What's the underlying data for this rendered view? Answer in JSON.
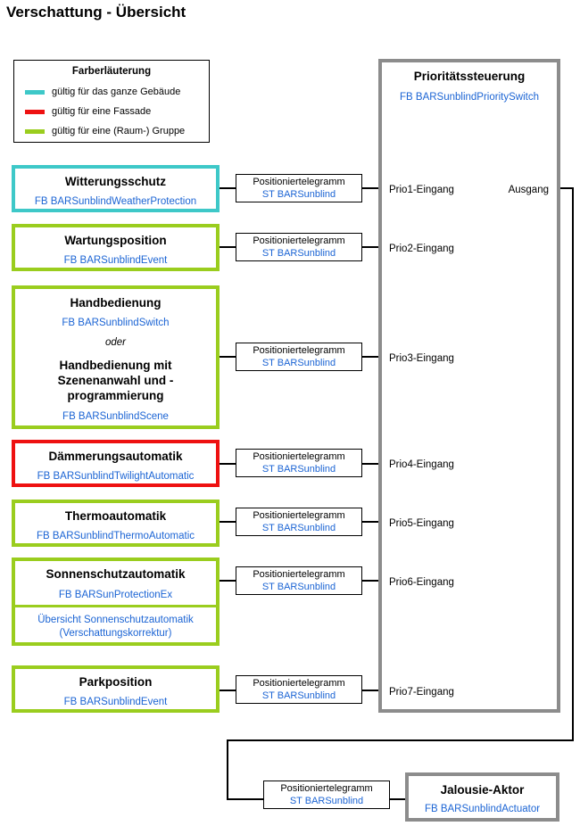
{
  "title": "Verschattung - Übersicht",
  "legend": {
    "title": "Farberläuterung",
    "items": [
      {
        "label": "gültig für das ganze Gebäude",
        "color": "#3ec8c8"
      },
      {
        "label": "gültig für eine Fassade",
        "color": "#ee1111"
      },
      {
        "label": "gültig für eine (Raum-) Gruppe",
        "color": "#9acd1e"
      }
    ]
  },
  "colors": {
    "building": "#3ec8c8",
    "facade": "#ee1111",
    "group": "#9acd1e",
    "link": "#1b64d4",
    "frame": "#8c8c8c"
  },
  "sources": [
    {
      "title": "Witterungsschutz",
      "fb": "FB  BARSunblindWeatherProtection",
      "scope": "building"
    },
    {
      "title": "Wartungsposition",
      "fb": "FB  BARSunblindEvent",
      "scope": "group"
    },
    {
      "title": "Handbedienung",
      "fb": "FB  BARSunblindSwitch",
      "oder": "oder",
      "title2": "Handbedienung mit Szenenanwahl und -programmierung",
      "fb2": "FB  BARSunblindScene",
      "scope": "group"
    },
    {
      "title": "Dämmerungsautomatik",
      "fb": "FB  BARSunblindTwilightAutomatic",
      "scope": "facade"
    },
    {
      "title": "Thermoautomatik",
      "fb": "FB  BARSunblindThermoAutomatic",
      "scope": "group"
    },
    {
      "title": "Sonnenschutzautomatik",
      "fb": "FB  BARSunProtectionEx",
      "link": "Übersicht Sonnenschutzautomatik (Verschattungskorrektur)",
      "scope": "group"
    },
    {
      "title": "Parkposition",
      "fb": "FB  BARSunblindEvent",
      "scope": "group"
    }
  ],
  "telegram": {
    "label": "Positioniertelegramm",
    "st": "ST  BARSunblind"
  },
  "priority": {
    "title": "Prioritätssteuerung",
    "fb": "FB  BARSunblindPrioritySwitch",
    "inputs": [
      "Prio1-Eingang",
      "Prio2-Eingang",
      "Prio3-Eingang",
      "Prio4-Eingang",
      "Prio5-Eingang",
      "Prio6-Eingang",
      "Prio7-Eingang"
    ],
    "output": "Ausgang"
  },
  "actuator": {
    "title": "Jalousie-Aktor",
    "fb": "FB  BARSunblindActuator"
  }
}
